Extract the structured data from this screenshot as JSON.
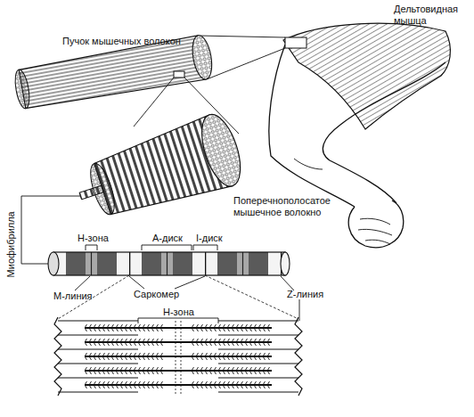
{
  "diagram": {
    "labels": [
      "Дельтовидная мышца",
      "Пучок мышечных волокон",
      "Поперечнополосатое мышечное волокно",
      "Миофибрилла",
      "Н-зона",
      "А-диск",
      "I-диск",
      "М-линия",
      "Саркомер",
      "Z-линия",
      "Н-зона"
    ]
  }
}
